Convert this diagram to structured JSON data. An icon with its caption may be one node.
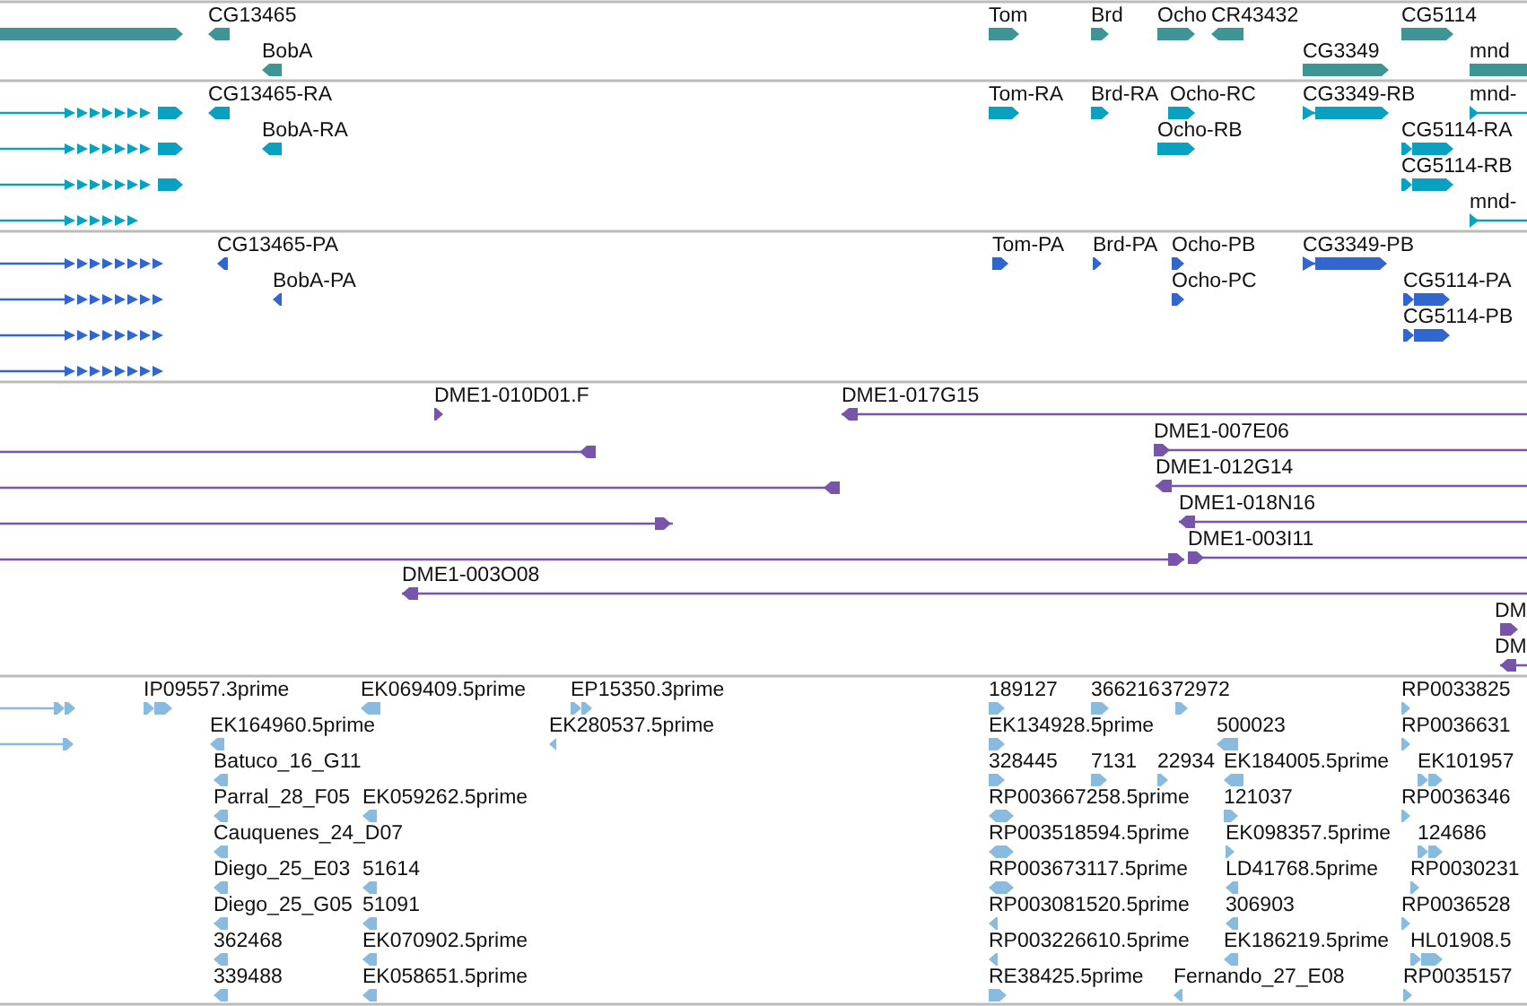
{
  "diagram": {
    "labels": [
      "CG13465",
      "Tom",
      "Brd",
      "Ocho",
      "CR43432",
      "CG5114",
      "BobA",
      "CG3349",
      "mnd",
      "CG13465-RA",
      "Tom-RA",
      "Brd-RA",
      "Ocho-RC",
      "CG3349-RB",
      "mnd-",
      "BobA-RA",
      "Ocho-RB",
      "CG5114-RA",
      "CG5114-RB",
      "mnd-",
      "CG13465-PA",
      "Tom-PA",
      "Brd-PA",
      "Ocho-PB",
      "CG3349-PB",
      "BobA-PA",
      "Ocho-PC",
      "CG5114-PA",
      "CG5114-PB",
      "DME1-010D01.F",
      "DME1-017G15",
      "DME1-007E06",
      "DME1-012G14",
      "DME1-018N16",
      "DME1-003I11",
      "DME1-003O08",
      "DM",
      "DM",
      "IP09557.3prime",
      "EK069409.5prime",
      "EP15350.3prime",
      "189127",
      "366216",
      "372972",
      "RP0033825",
      "EK164960.5prime",
      "EK280537.5prime",
      "EK134928.5prime",
      "500023",
      "RP0036631",
      "Batuco_16_G11",
      "328445",
      "7131",
      "22934",
      "EK184005.5prime",
      "EK101957",
      "Parral_28_F05",
      "EK059262.5prime",
      "RP003667258.5prime",
      "121037",
      "RP0036346",
      "Cauquenes_24_D07",
      "RP003518594.5prime",
      "EK098357.5prime",
      "124686",
      "Diego_25_E03",
      "51614",
      "RP003673117.5prime",
      "LD41768.5prime",
      "RP0030231",
      "Diego_25_G05",
      "51091",
      "RP003081520.5prime",
      "306903",
      "RP0036528",
      "362468",
      "EK070902.5prime",
      "RP003226610.5prime",
      "EK186219.5prime",
      "HL01908.5",
      "339488",
      "EK058651.5prime",
      "RE38425.5prime",
      "Fernando_27_E08",
      "RP0035157"
    ]
  }
}
